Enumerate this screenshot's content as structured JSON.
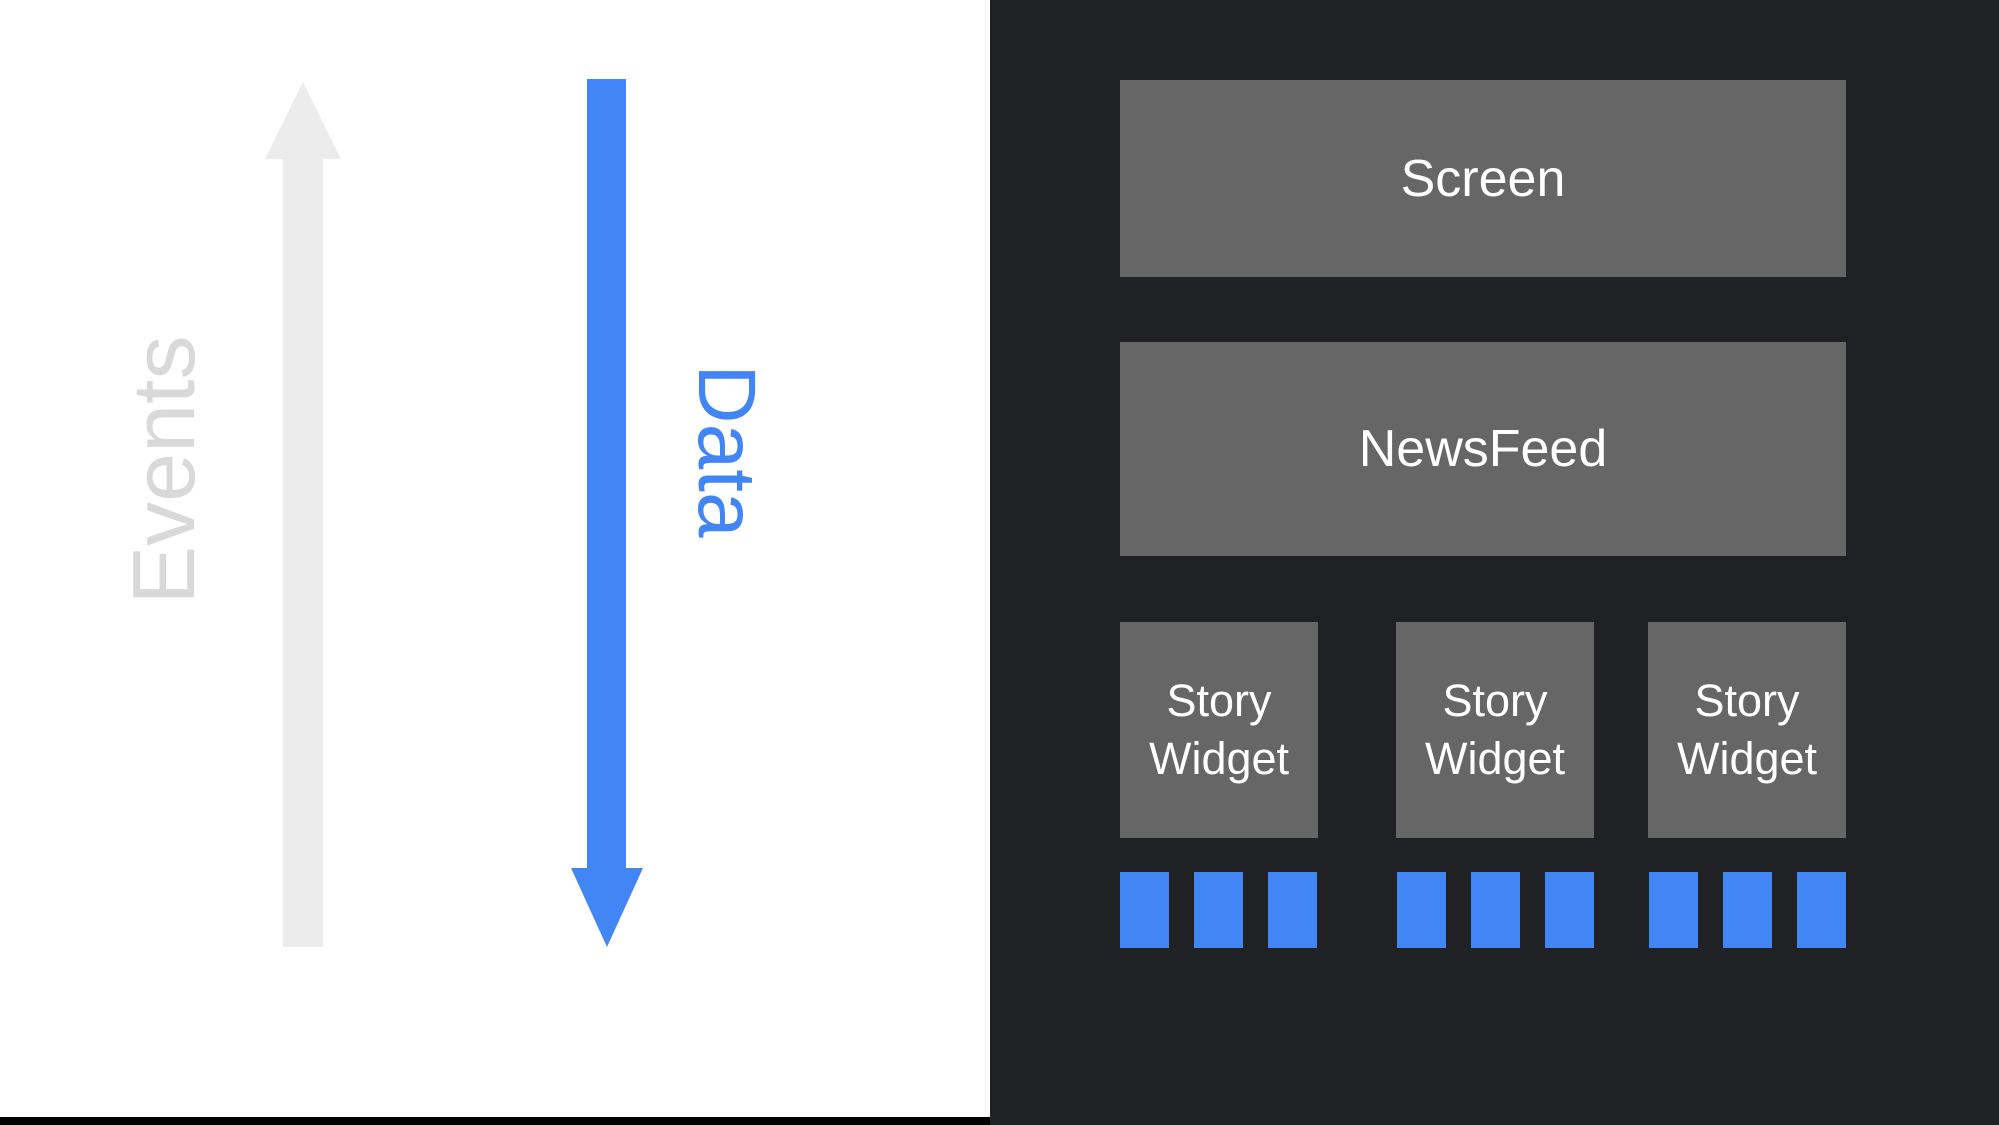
{
  "diagram": {
    "events_label": "Events",
    "data_label": "Data",
    "screen_label": "Screen",
    "newsfeed_label": "NewsFeed",
    "story_widgets": [
      {
        "lines": [
          "Story",
          "Widget"
        ],
        "data_squares": 3
      },
      {
        "lines": [
          "Story",
          "Widget"
        ],
        "data_squares": 3
      },
      {
        "lines": [
          "Story",
          "Widget"
        ],
        "data_squares": 3
      }
    ],
    "colors": {
      "accent_blue": "#4285F4",
      "panel_dark": "#202124",
      "box_gray": "#666666",
      "arrow_gray": "#ECECEC",
      "events_text_gray": "#D9D9D9",
      "bottom_bar_black": "#000000"
    }
  }
}
